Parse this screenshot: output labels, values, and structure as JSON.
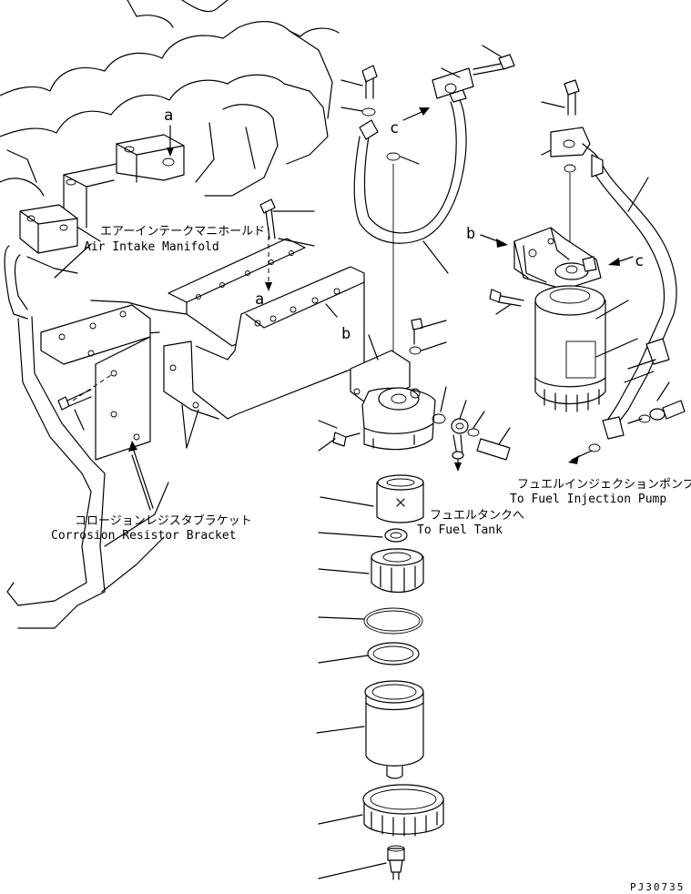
{
  "labels": {
    "air_intake_jp": "エアーインテークマニホールド",
    "air_intake_en": "Air Intake Manifold",
    "bracket_jp": "コロージョンレジスタブラケット",
    "bracket_en": "Corrosion Resistor Bracket",
    "fuel_tank_jp": "フュエルタンクへ",
    "fuel_tank_en": "To Fuel Tank",
    "pump_jp": "フュエルインジェクションポンプへ",
    "pump_en": "To Fuel Injection Pump"
  },
  "markers": {
    "a": "a",
    "b": "b",
    "c": "c"
  },
  "drawing_code": "PJ30735"
}
